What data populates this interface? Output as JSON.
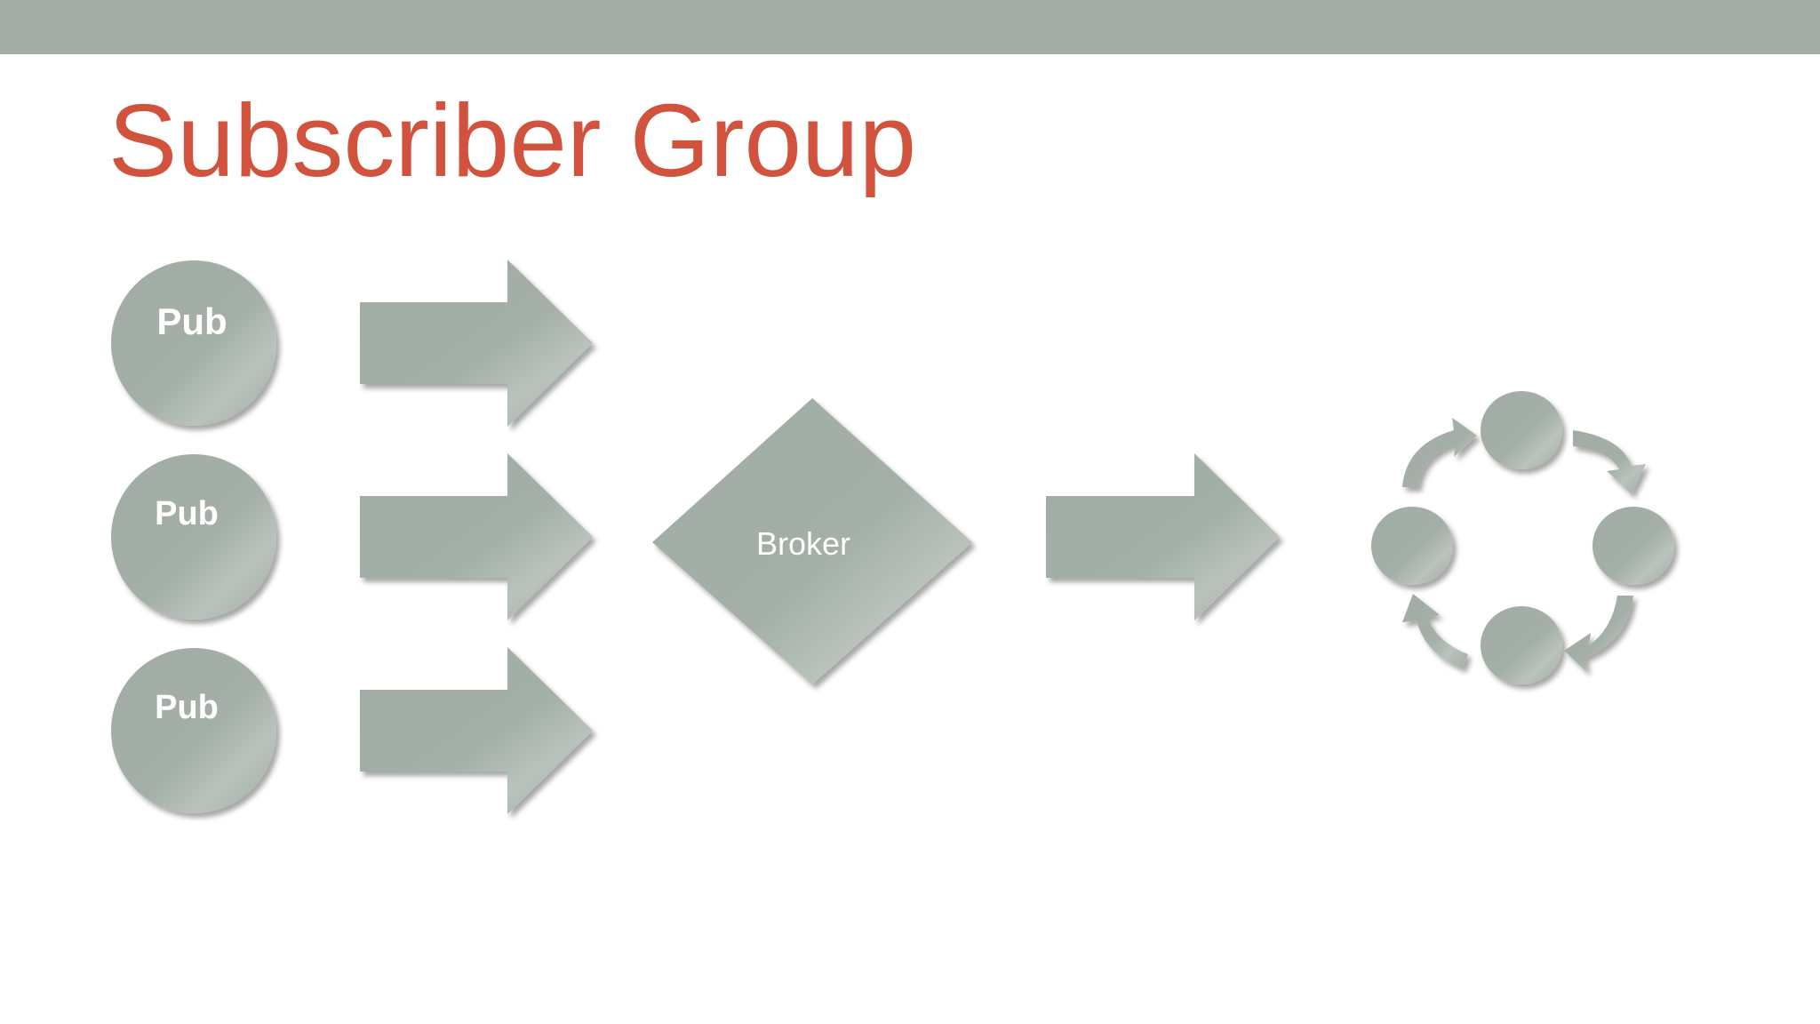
{
  "slide": {
    "title": "Subscriber Group"
  },
  "diagram": {
    "publishers": [
      {
        "label": "Pub"
      },
      {
        "label": "Pub"
      },
      {
        "label": "Pub"
      }
    ],
    "broker": {
      "label": "Broker"
    }
  },
  "colors": {
    "top_bar": "#a3ada6",
    "title": "#d2533d",
    "shape_fill": "#a2aea6",
    "shape_fill_light": "#b6c0b9",
    "label": "#ffffff"
  }
}
